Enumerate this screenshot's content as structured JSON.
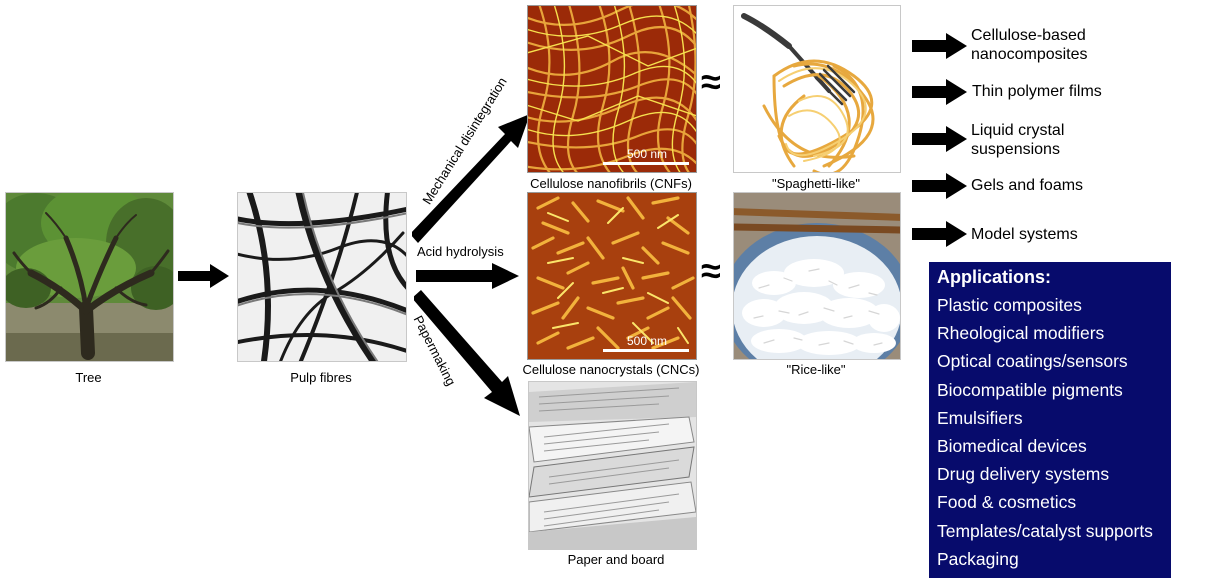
{
  "nodes": {
    "tree": "Tree",
    "pulp": "Pulp fibres",
    "cnf": "Cellulose nanofibrils (CNFs)",
    "cnc": "Cellulose nanocrystals (CNCs)",
    "paper": "Paper and board",
    "spaghetti": "\"Spaghetti-like\"",
    "rice": "\"Rice-like\""
  },
  "processes": {
    "mechanical": "Mechanical disintegration",
    "acid": "Acid hydrolysis",
    "papermaking": "Papermaking"
  },
  "scalebars": {
    "cnf": "500 nm",
    "cnc": "500 nm"
  },
  "approx_symbol": "≈",
  "uses": [
    "Cellulose-based nanocomposites",
    "Thin polymer films",
    "Liquid crystal suspensions",
    "Gels and foams",
    "Model systems"
  ],
  "applications": {
    "title": "Applications:",
    "items": [
      "Plastic composites",
      "Rheological modifiers",
      "Optical coatings/sensors",
      "Biocompatible pigments",
      "Emulsifiers",
      "Biomedical devices",
      "Drug delivery systems",
      "Food & cosmetics",
      "Templates/catalyst supports",
      "Packaging"
    ]
  },
  "colors": {
    "applications_bg": "#070b6c",
    "arrow": "#000000",
    "afm_dark": "#8a1a05",
    "afm_light": "#f5e24a"
  }
}
